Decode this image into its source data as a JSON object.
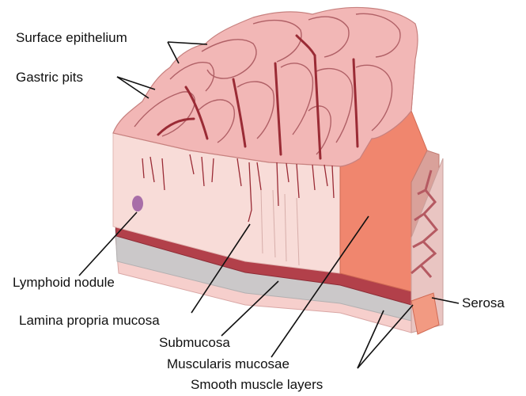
{
  "labels": {
    "surface_epithelium": "Surface epithelium",
    "gastric_pits": "Gastric pits",
    "lymphoid_nodule": "Lymphoid nodule",
    "lamina_propria_mucosa": "Lamina propria mucosa",
    "submucosa": "Submucosa",
    "muscularis_mucosae": "Muscularis mucosae",
    "smooth_muscle_layers": "Smooth muscle layers",
    "serosa": "Serosa"
  },
  "colors": {
    "mucosa_top": "#f2b7b6",
    "mucosa_side": "#f8dcd8",
    "vessel": "#9a2b35",
    "muscularis_band": "#b2404a",
    "submucosa_gray": "#c9c7c8",
    "outer_pink": "#f6cfcc",
    "right_face": "#f0866e",
    "serosa": "#f29a82",
    "nodule": "#9a5aa0",
    "leader": "#111111"
  }
}
